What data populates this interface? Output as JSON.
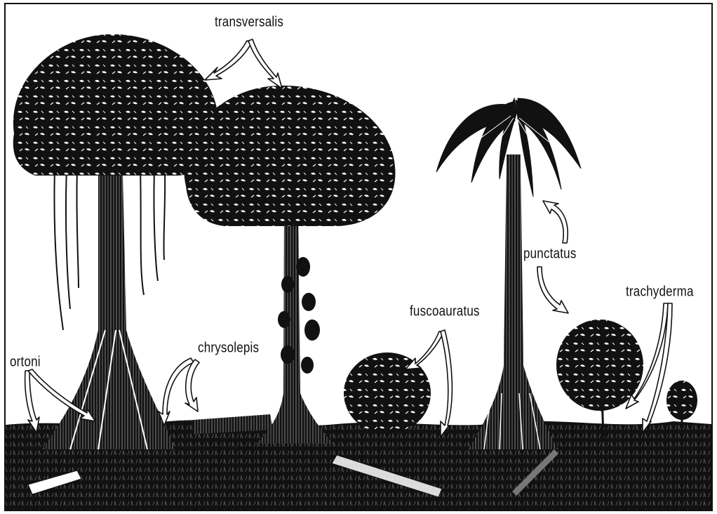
{
  "labels": {
    "transversalis": "transversalis",
    "ortoni": "ortoni",
    "chrysolepis": "chrysolepis",
    "fuscoauratus": "fuscoauratus",
    "punctatus": "punctatus",
    "trachyderma": "trachyderma"
  },
  "colors": {
    "ink": "#111111",
    "paper": "#ffffff"
  }
}
